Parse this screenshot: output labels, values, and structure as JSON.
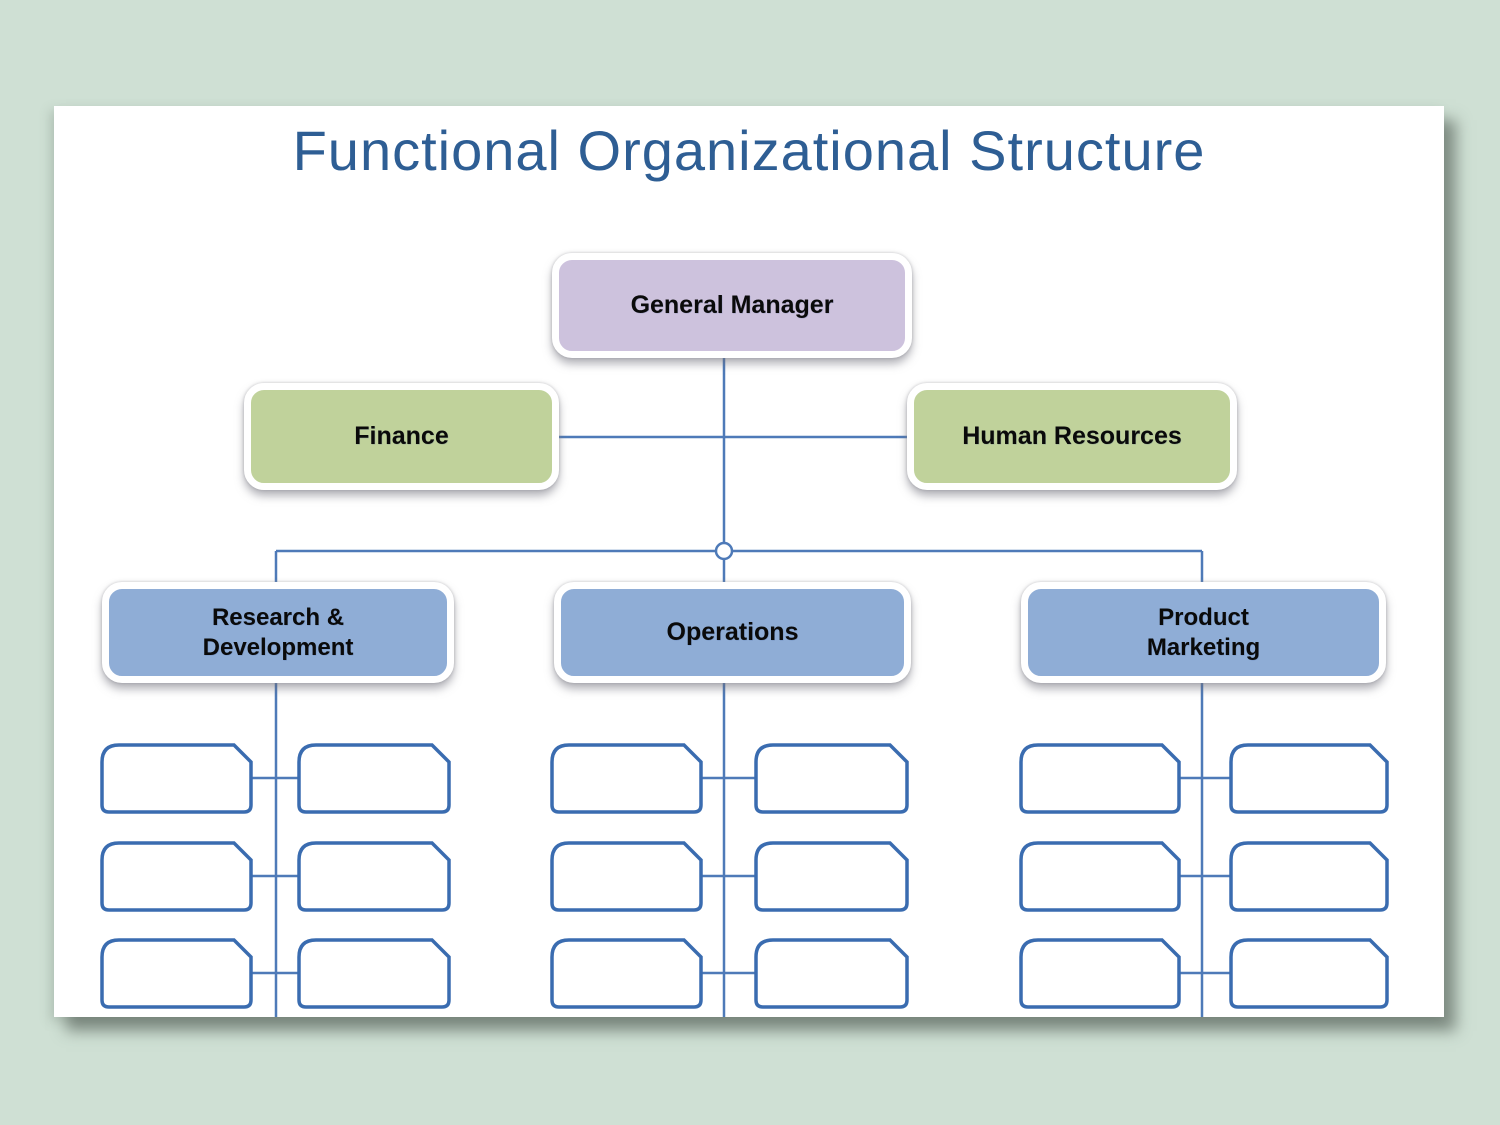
{
  "title": "Functional Organizational Structure",
  "org_chart": {
    "root": {
      "id": "general-manager",
      "label": "General Manager",
      "level": 1
    },
    "staff_nodes": [
      {
        "id": "finance",
        "label": "Finance"
      },
      {
        "id": "human-resources",
        "label": "Human Resources"
      }
    ],
    "departments": [
      {
        "id": "research-development",
        "label": "Research &\nDevelopment",
        "placeholder_count": 6
      },
      {
        "id": "operations",
        "label": "Operations",
        "placeholder_count": 6
      },
      {
        "id": "product-marketing",
        "label": "Product\nMarketing",
        "placeholder_count": 6
      }
    ],
    "placeholder_boxes_total": 18
  },
  "colors": {
    "background": "#cfe0d4",
    "page": "#ffffff",
    "title_text": "#2e5e94",
    "root_fill": "#cdc2dd",
    "staff_fill": "#c0d29b",
    "department_fill": "#8fadd6",
    "node_border": "#ffffff",
    "node_text": "#0a0a0a",
    "connector_line": "#4e7ab8",
    "placeholder_border": "#3a6cb0"
  }
}
